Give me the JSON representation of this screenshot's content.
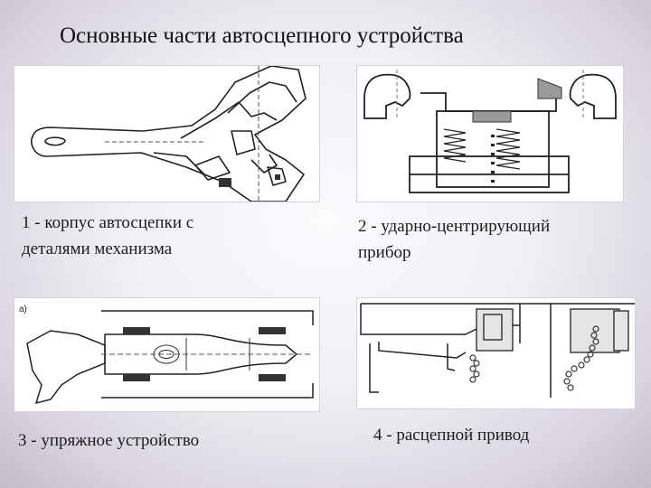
{
  "title": "Основные части автосцепного устройства",
  "panels": [
    {
      "caption_lines": [
        "1 - корпус автосцепки с",
        "деталями механизма"
      ]
    },
    {
      "caption_lines": [
        "2 - ударно-центрирующий",
        "прибор"
      ]
    },
    {
      "caption_lines": [
        "3 - упряжное устройство"
      ],
      "figure_label": "а)"
    },
    {
      "caption_lines": [
        "4 - расцепной привод"
      ]
    }
  ]
}
